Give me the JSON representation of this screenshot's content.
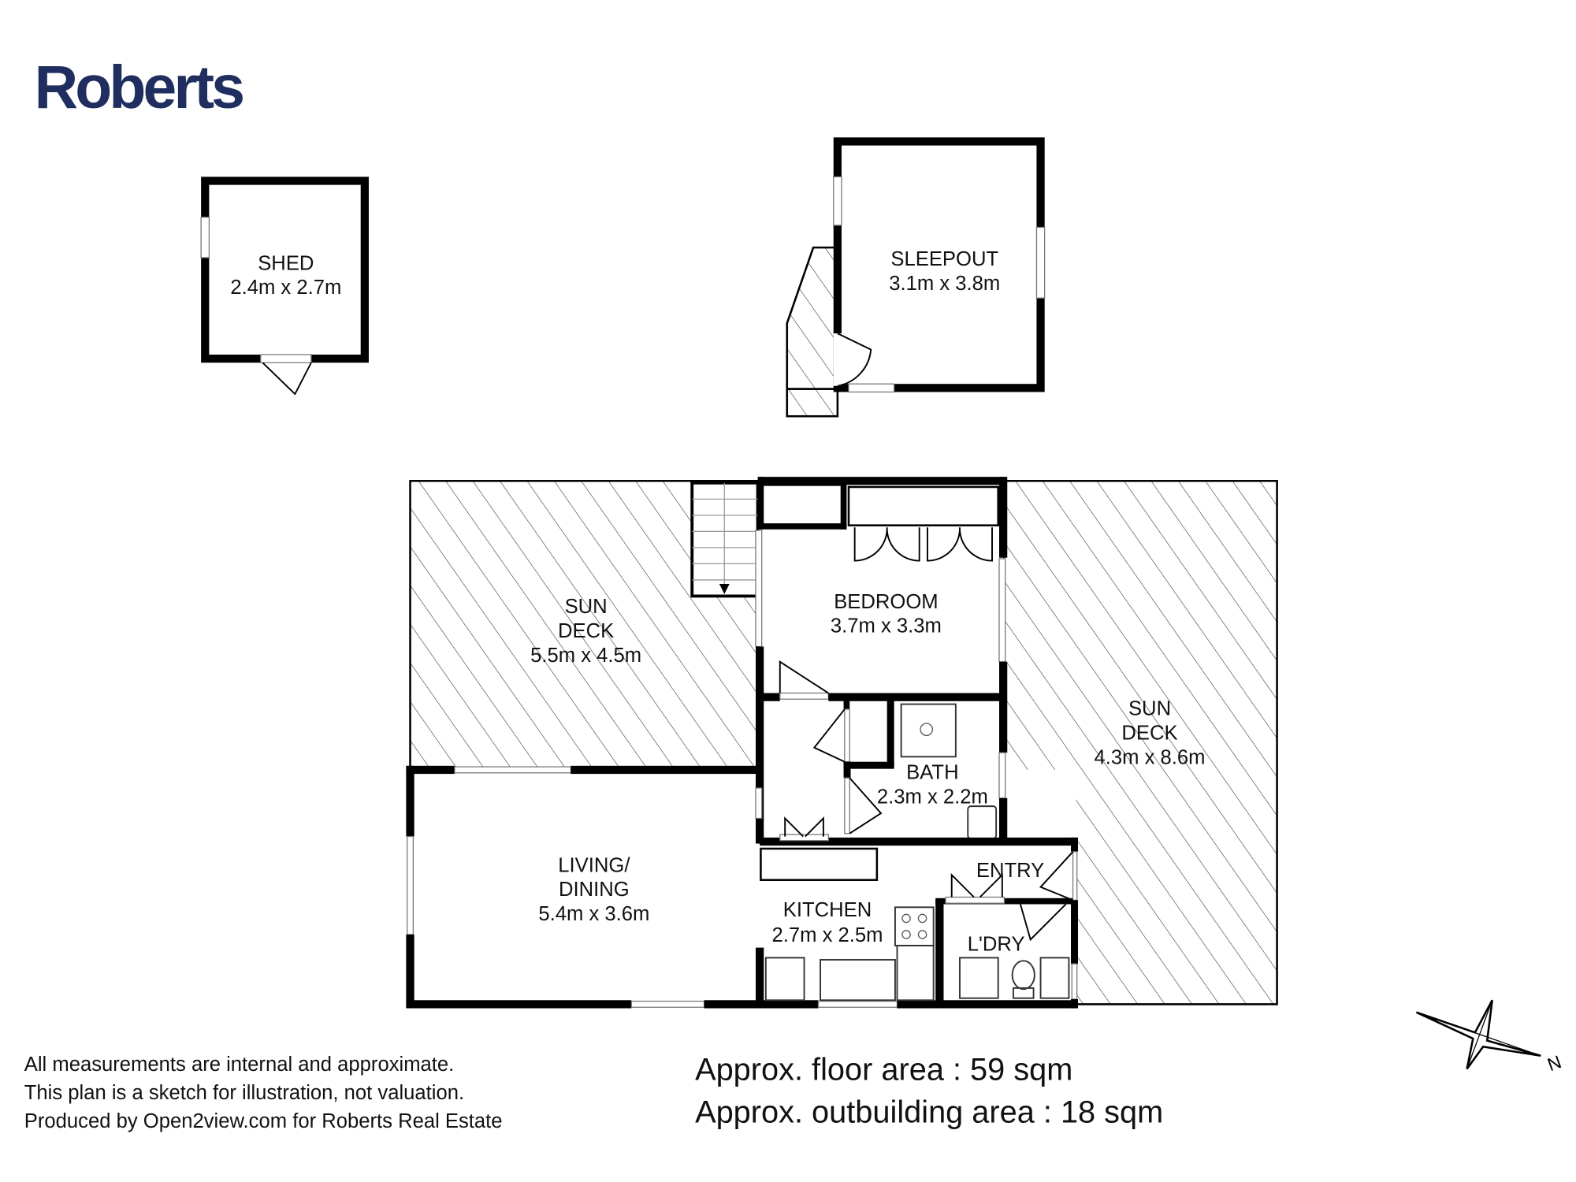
{
  "brand": {
    "logo_text": "Roberts",
    "color": "#1f2e5e"
  },
  "rooms": {
    "shed": {
      "name": "SHED",
      "size": "2.4m x 2.7m"
    },
    "sleepout": {
      "name": "SLEEPOUT",
      "size": "3.1m x 3.8m"
    },
    "sun_deck_left": {
      "name1": "SUN",
      "name2": "DECK",
      "size": "5.5m x 4.5m"
    },
    "bedroom": {
      "name": "BEDROOM",
      "size": "3.7m x 3.3m"
    },
    "sun_deck_right": {
      "name1": "SUN",
      "name2": "DECK",
      "size": "4.3m x 8.6m"
    },
    "bath": {
      "name": "BATH",
      "size": "2.3m x 2.2m"
    },
    "living": {
      "name1": "LIVING/",
      "name2": "DINING",
      "size": "5.4m x 3.6m"
    },
    "kitchen": {
      "name": "KITCHEN",
      "size": "2.7m x 2.5m"
    },
    "entry": {
      "name": "ENTRY"
    },
    "laundry": {
      "name": "L'DRY"
    }
  },
  "disclaimer": [
    "All measurements are internal and approximate.",
    "This plan is a sketch for illustration, not valuation.",
    "Produced by Open2view.com for Roberts Real Estate"
  ],
  "areas": {
    "floor": "Approx. floor area : 59 sqm",
    "outbuilding": "Approx. outbuilding area : 18 sqm"
  },
  "compass": {
    "label": "N"
  }
}
